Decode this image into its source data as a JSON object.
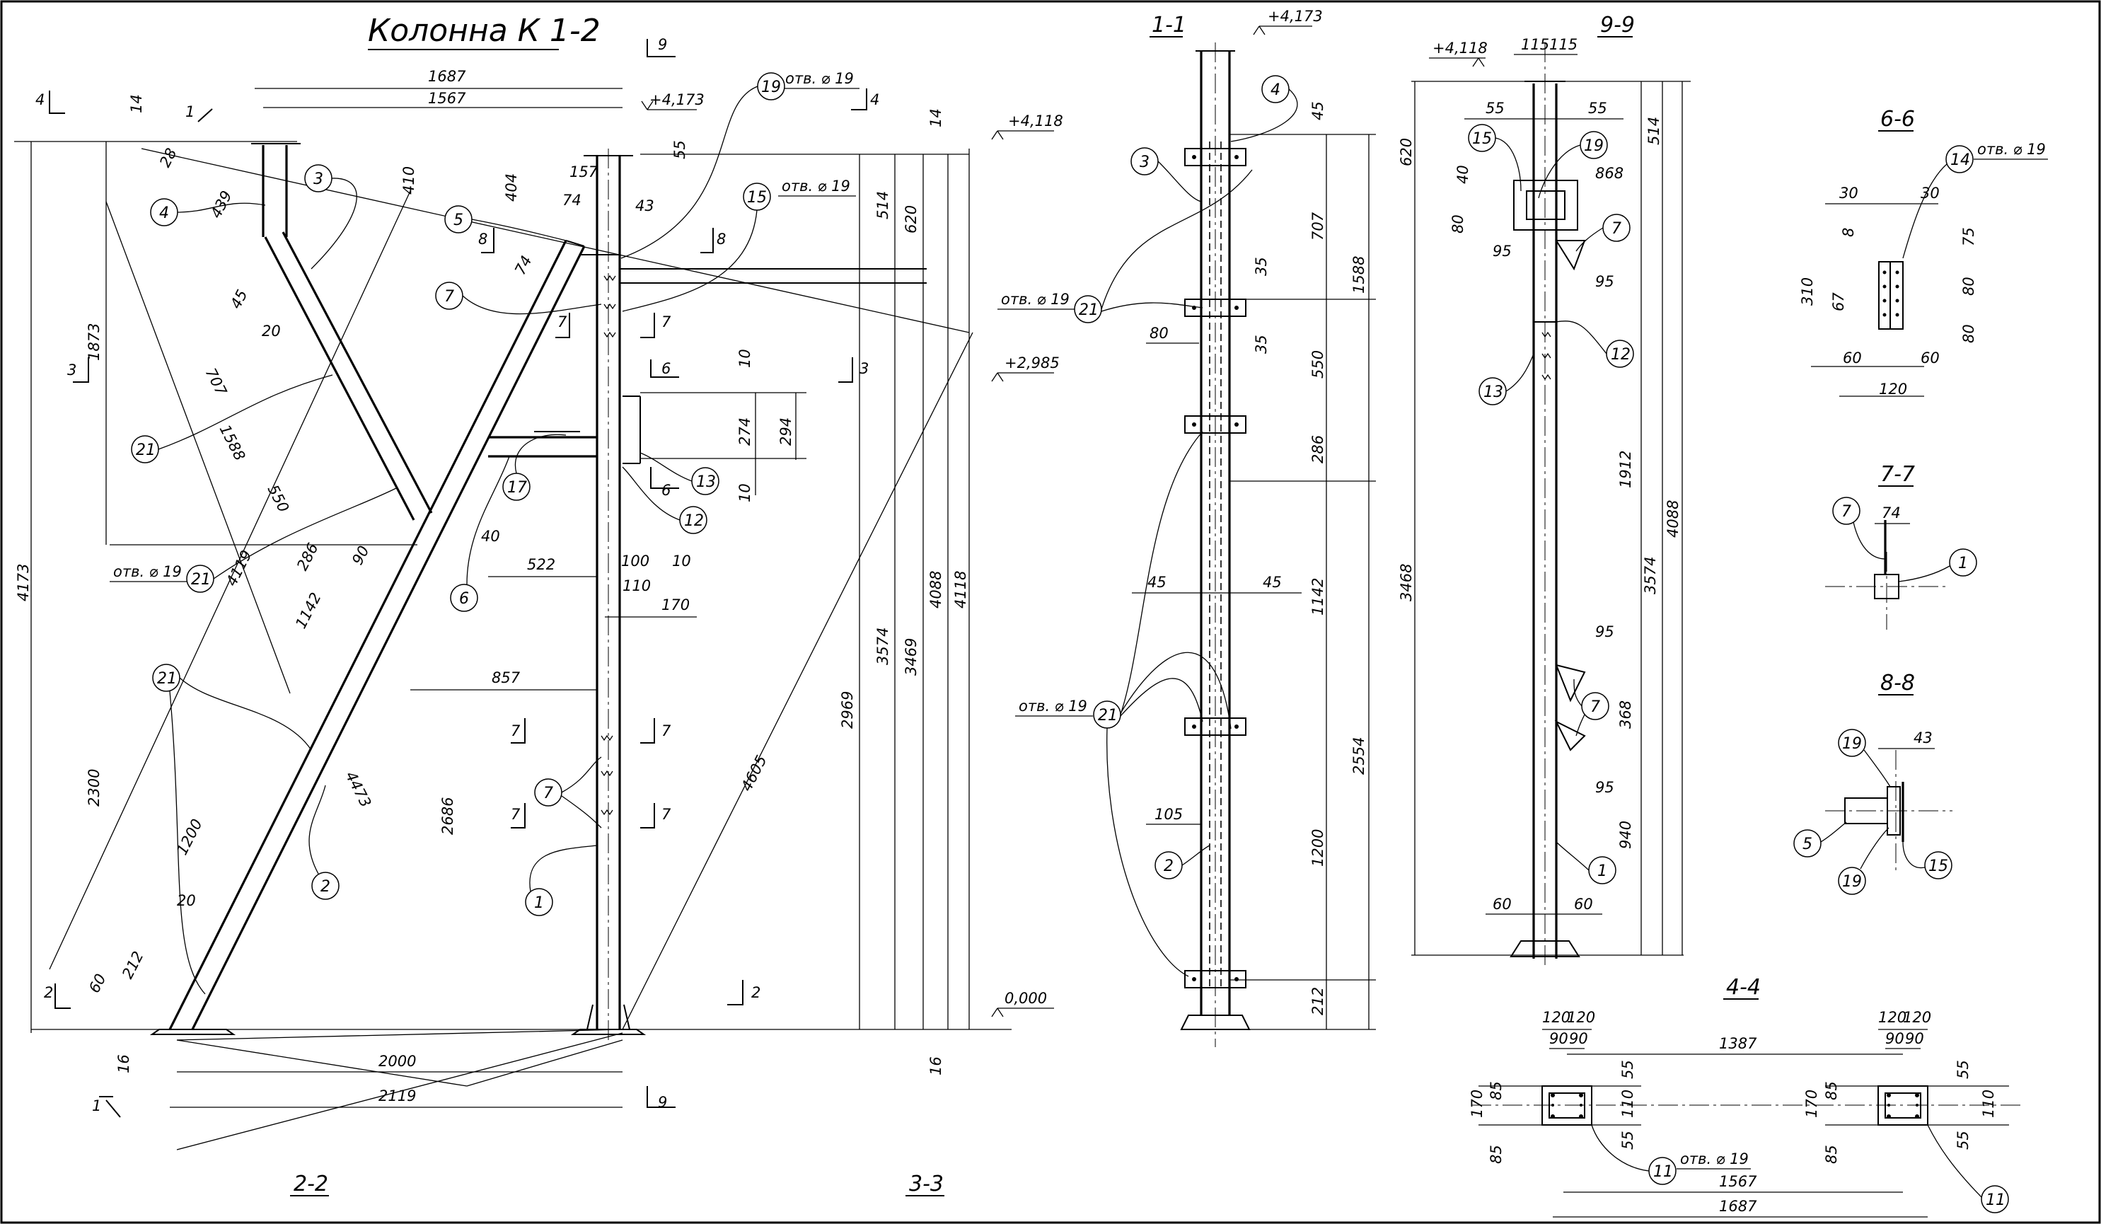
{
  "sheet_title": "Колонна К 1-2",
  "sections": {
    "s1": "1-1",
    "s9": "9-9",
    "s6": "6-6",
    "s7": "7-7",
    "s8": "8-8",
    "s4": "4-4",
    "s2": "2-2",
    "s3": "3-3"
  },
  "cut_marks": {
    "c1": "1",
    "c2": "2",
    "c3": "3",
    "c4": "4",
    "c6": "6",
    "c7": "7",
    "c8": "8",
    "c9": "9"
  },
  "elevations": {
    "e4173": "+4,173",
    "e4118": "+4,118",
    "e2985": "+2,985",
    "e0": "0,000"
  },
  "hole_label": "отв. ⌀ 19",
  "balloons": {
    "b1": "1",
    "b2": "2",
    "b3": "3",
    "b4": "4",
    "b5": "5",
    "b6": "6",
    "b7": "7",
    "b11": "11",
    "b12": "12",
    "b13": "13",
    "b14": "14",
    "b15": "15",
    "b17": "17",
    "b19": "19",
    "b21": "21"
  },
  "dims": {
    "d1687": "1687",
    "d1567": "1567",
    "d14": "14",
    "d28": "28",
    "d439": "439",
    "d410": "410",
    "d404": "404",
    "d157": "157",
    "d74": "74",
    "d43": "43",
    "d55": "55",
    "d514": "514",
    "d620": "620",
    "d1873": "1873",
    "d45": "45",
    "d20": "20",
    "d707": "707",
    "d1588": "1588",
    "d550": "550",
    "d4119": "4119",
    "d286": "286",
    "d90": "90",
    "d1142": "1142",
    "d40": "40",
    "d522": "522",
    "d100": "100",
    "d10": "10",
    "d110": "110",
    "d170": "170",
    "d857": "857",
    "d274": "274",
    "d294": "294",
    "d2686": "2686",
    "d2969": "2969",
    "d3574": "3574",
    "d3469": "3469",
    "d4088": "4088",
    "d4118": "4118",
    "d4605": "4605",
    "d4173": "4173",
    "d2300": "2300",
    "d4473": "4473",
    "d1200": "1200",
    "d212": "212",
    "d60": "60",
    "d16": "16",
    "d2000": "2000",
    "d2119": "2119",
    "d35": "35",
    "d80": "80",
    "d105": "105",
    "d2554": "2554",
    "d115": "115",
    "d868": "868",
    "d95": "95",
    "d1912": "1912",
    "d3468": "3468",
    "d368": "368",
    "d940": "940",
    "d30": "30",
    "d8": "8",
    "d75": "75",
    "d310": "310",
    "d67": "67",
    "d120": "120",
    "d1387": "1387",
    "d85": "85",
    "d860": "80",
    "d3574b": "3574"
  }
}
